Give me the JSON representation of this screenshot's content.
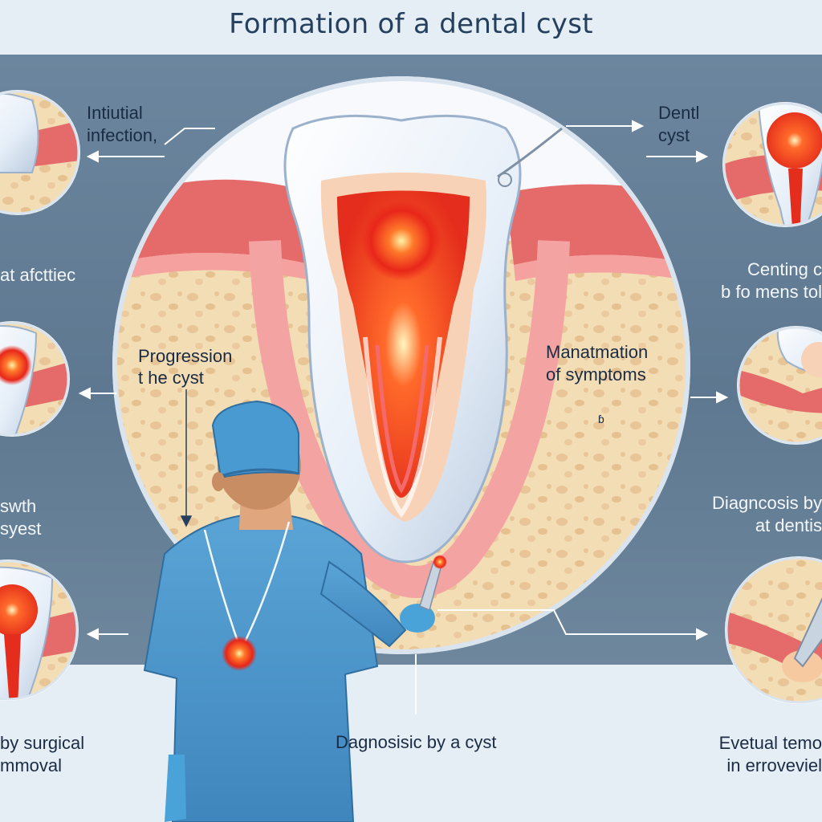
{
  "title": "Formation of a dental cyst",
  "labels": {
    "initial_infection": "Intiutial\ninfection,",
    "at_afcttiec": "at afcttiec",
    "dental_cyst": "Dentl\ncyst",
    "centing": "Centing c\nb fo mens tol",
    "progression": "Progression\nt he cyst",
    "manifestation": "Manatmation\nof symptoms",
    "small_mark": "ɓ",
    "growth": "swth\nsyest",
    "diagnosis_dentist": "Diagncosis by\nat dentis",
    "surgical_removal": "by surgical\nmmoval",
    "diagnosis_cyst": "Dagnosisic by a cyst",
    "eventual_removal": "Evetual temo\nin erroveviel"
  },
  "colors": {
    "background": "#e6eef5",
    "band": "#5d7890",
    "title": "#24405e",
    "infection": "#f24a1e",
    "gum": "#e56b6b",
    "bone": "#f3ddb4",
    "scrubs": "#4a93c6"
  },
  "icons": [
    "arrow-icon",
    "tooth-icon",
    "dentist-figure",
    "magnifier-circle",
    "infection-glow-icon"
  ]
}
